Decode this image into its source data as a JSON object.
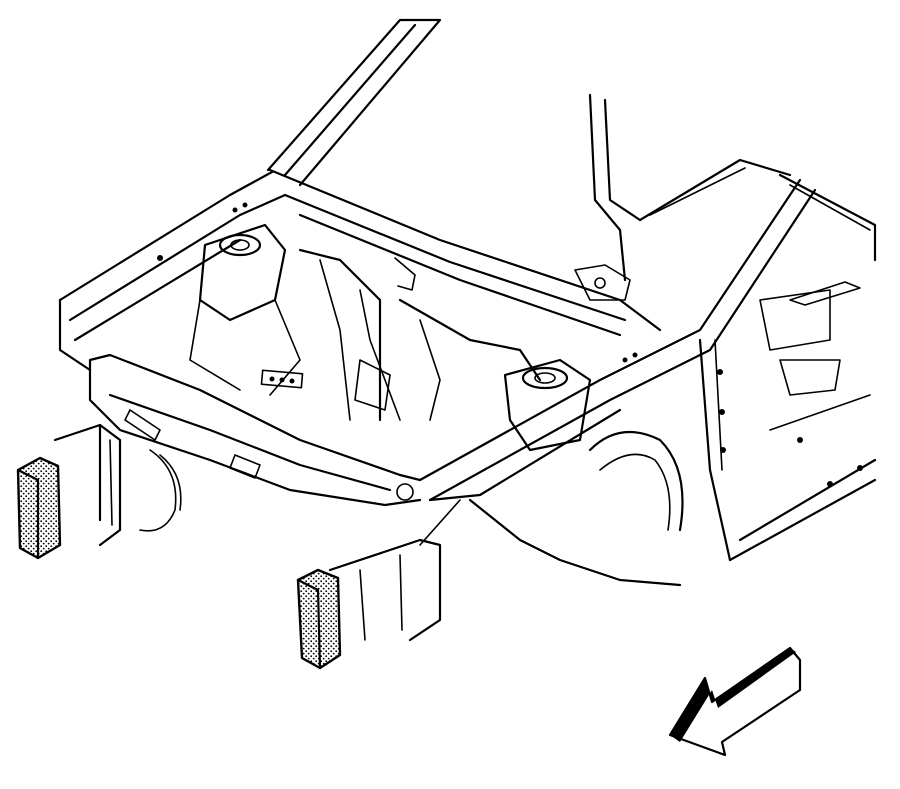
{
  "figure": {
    "subject": "front-body-structure-isometric",
    "highlighted_parts": [
      "left-front-rail-extension",
      "right-front-rail-extension"
    ],
    "view_indicator": "arrow-pointing-front-left",
    "colors": {
      "line": "#000000",
      "background": "#ffffff",
      "highlight_stipple": "#000000"
    }
  }
}
